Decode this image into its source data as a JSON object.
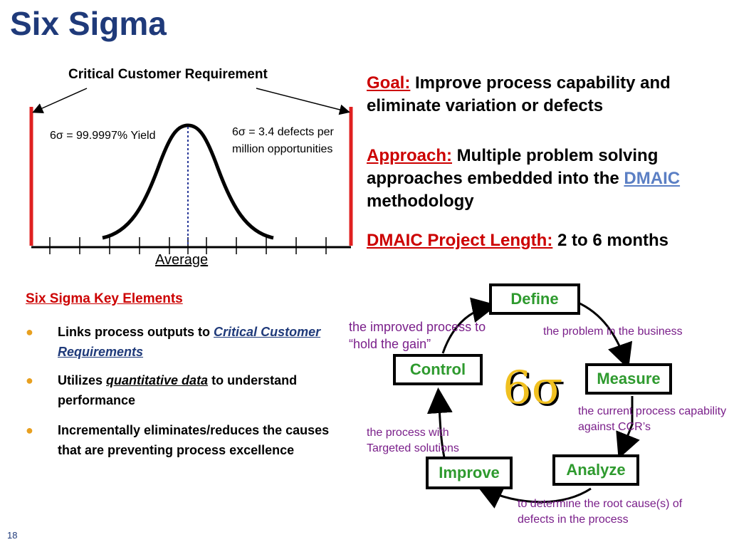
{
  "title": "Six Sigma",
  "page_number": "18",
  "curve": {
    "ccr_label": "Critical Customer Requirement",
    "yield_label": "6σ = 99.9997% Yield",
    "defects_label": "6σ = 3.4 defects per million opportunities",
    "average_label": "Average"
  },
  "goal": {
    "label": "Goal:",
    "text": "Improve process capability and eliminate variation or defects"
  },
  "approach": {
    "label": "Approach:",
    "text_before": "Multiple problem solving approaches embedded into the",
    "dmaic": "DMAIC",
    "text_after": "methodology"
  },
  "project_length": {
    "label": "DMAIC Project Length:",
    "value": "2 to 6 months"
  },
  "key_elements": {
    "title": "Six Sigma Key Elements",
    "bullet_symbol": "●",
    "items": [
      {
        "before": "Links process outputs to",
        "emph": "Critical Customer Requirements",
        "after": ""
      },
      {
        "before": "Utilizes",
        "emph": "quantitative data",
        "after": "to understand performance"
      },
      {
        "before": "Incrementally eliminates/reduces the causes that are preventing process excellence",
        "emph": "",
        "after": ""
      }
    ]
  },
  "cycle": {
    "center_symbol": "6σ",
    "define": "Define",
    "measure": "Measure",
    "analyze": "Analyze",
    "improve": "Improve",
    "control": "Control",
    "define_desc": "the problem in the business",
    "measure_desc": "the current process capability against CCR’s",
    "analyze_desc": "to determine the root cause(s) of defects in the process",
    "improve_desc": "the process with Targeted solutions",
    "control_desc": "the improved process to “hold the gain”"
  }
}
